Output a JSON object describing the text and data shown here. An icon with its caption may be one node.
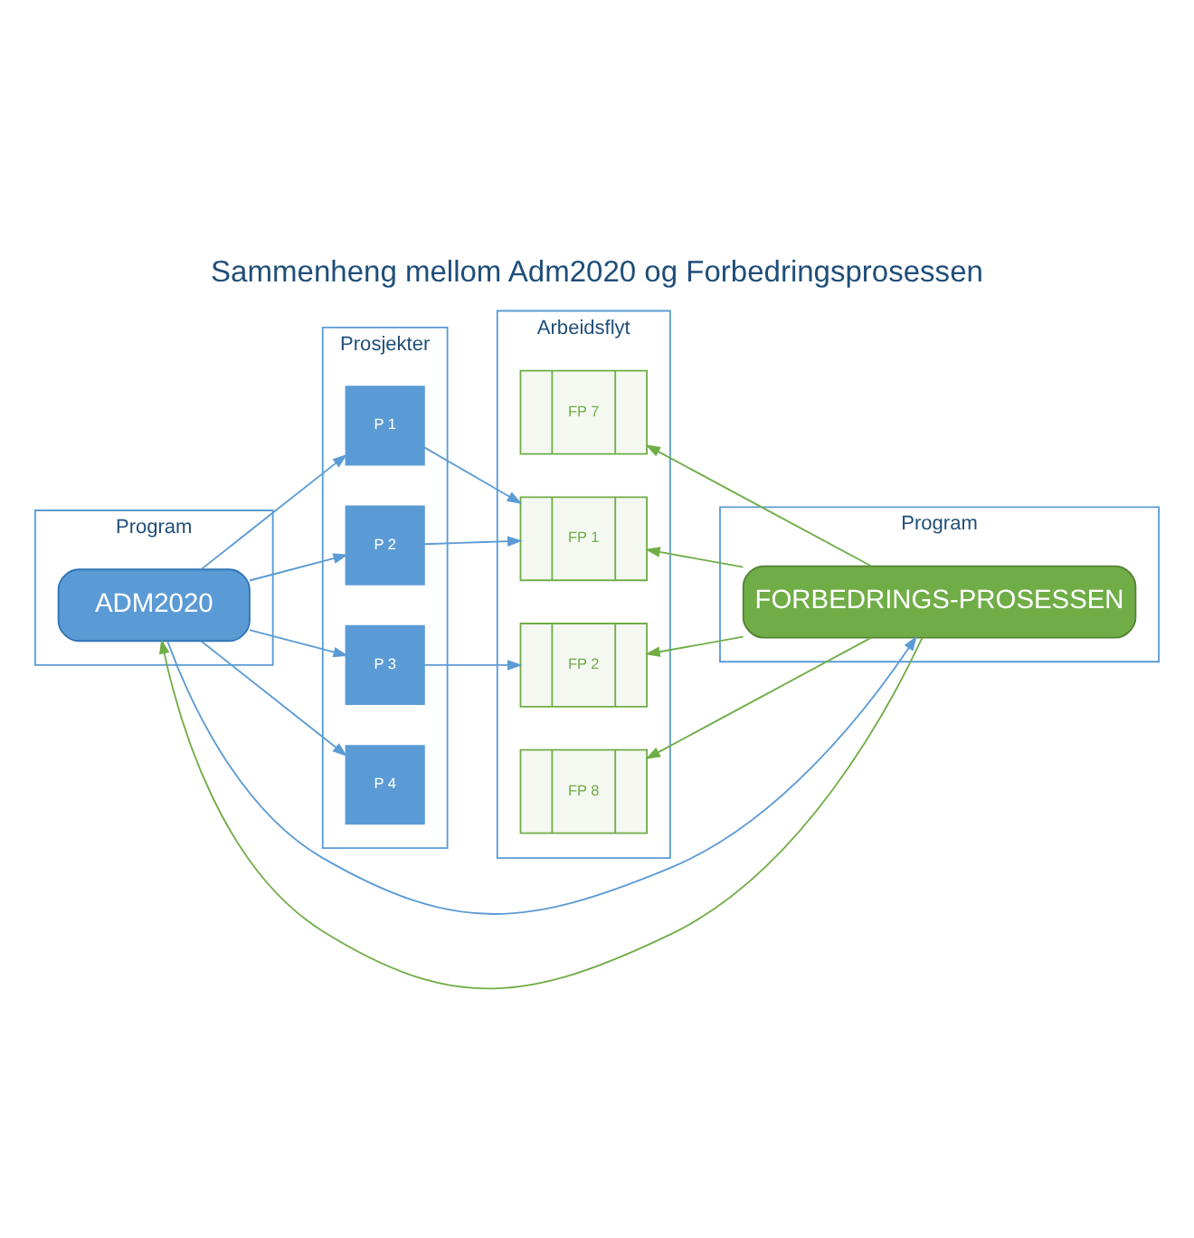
{
  "diagram": {
    "title": "Sammenheng mellom Adm2020 og Forbedringsprosessen",
    "nodes": [
      {
        "text": [
          "Program"
        ]
      },
      {
        "text": [
          "ADM2020"
        ],
        "in": 0
      },
      {
        "text": [
          "Prosjekter"
        ]
      },
      {
        "text": [
          "P 1"
        ],
        "in": 2
      },
      {
        "text": [
          "P 2"
        ],
        "in": 2
      },
      {
        "text": [
          "P 3"
        ],
        "in": 2
      },
      {
        "text": [
          "P 4"
        ],
        "in": 2
      },
      {
        "text": [
          "Arbeidsflyt"
        ]
      },
      {
        "text": [
          "FP 7"
        ],
        "in": 7
      },
      {
        "text": [
          "FP 1"
        ],
        "in": 7
      },
      {
        "text": [
          "FP 2"
        ],
        "in": 7
      },
      {
        "text": [
          "FP 8"
        ],
        "in": 7
      },
      {
        "text": [
          "Program"
        ]
      },
      {
        "text": [
          "FORBEDRINGS-PROSESSEN"
        ],
        "in": 12
      }
    ],
    "edges": [
      {
        "from": 1,
        "to": 3,
        "arrow": "to"
      },
      {
        "from": 1,
        "to": 4,
        "arrow": "to"
      },
      {
        "from": 1,
        "to": 5,
        "arrow": "to"
      },
      {
        "from": 1,
        "to": 6,
        "arrow": "to"
      },
      {
        "from": 3,
        "to": 9,
        "arrow": "to"
      },
      {
        "from": 4,
        "to": 9,
        "arrow": "to"
      },
      {
        "from": 5,
        "to": 10,
        "arrow": "to"
      },
      {
        "from": 13,
        "to": 8,
        "arrow": "to",
        "color": "#70ad47"
      },
      {
        "from": 13,
        "to": 9,
        "arrow": "to",
        "color": "#70ad47"
      },
      {
        "from": 13,
        "to": 10,
        "arrow": "to",
        "color": "#70ad47"
      },
      {
        "from": 13,
        "to": 11,
        "arrow": "to",
        "color": "#70ad47"
      },
      {
        "from": 13,
        "to": 1,
        "arrow": "to",
        "color": "#70ad47"
      },
      {
        "from": 1,
        "to": 13,
        "arrow": "to"
      }
    ]
  }
}
